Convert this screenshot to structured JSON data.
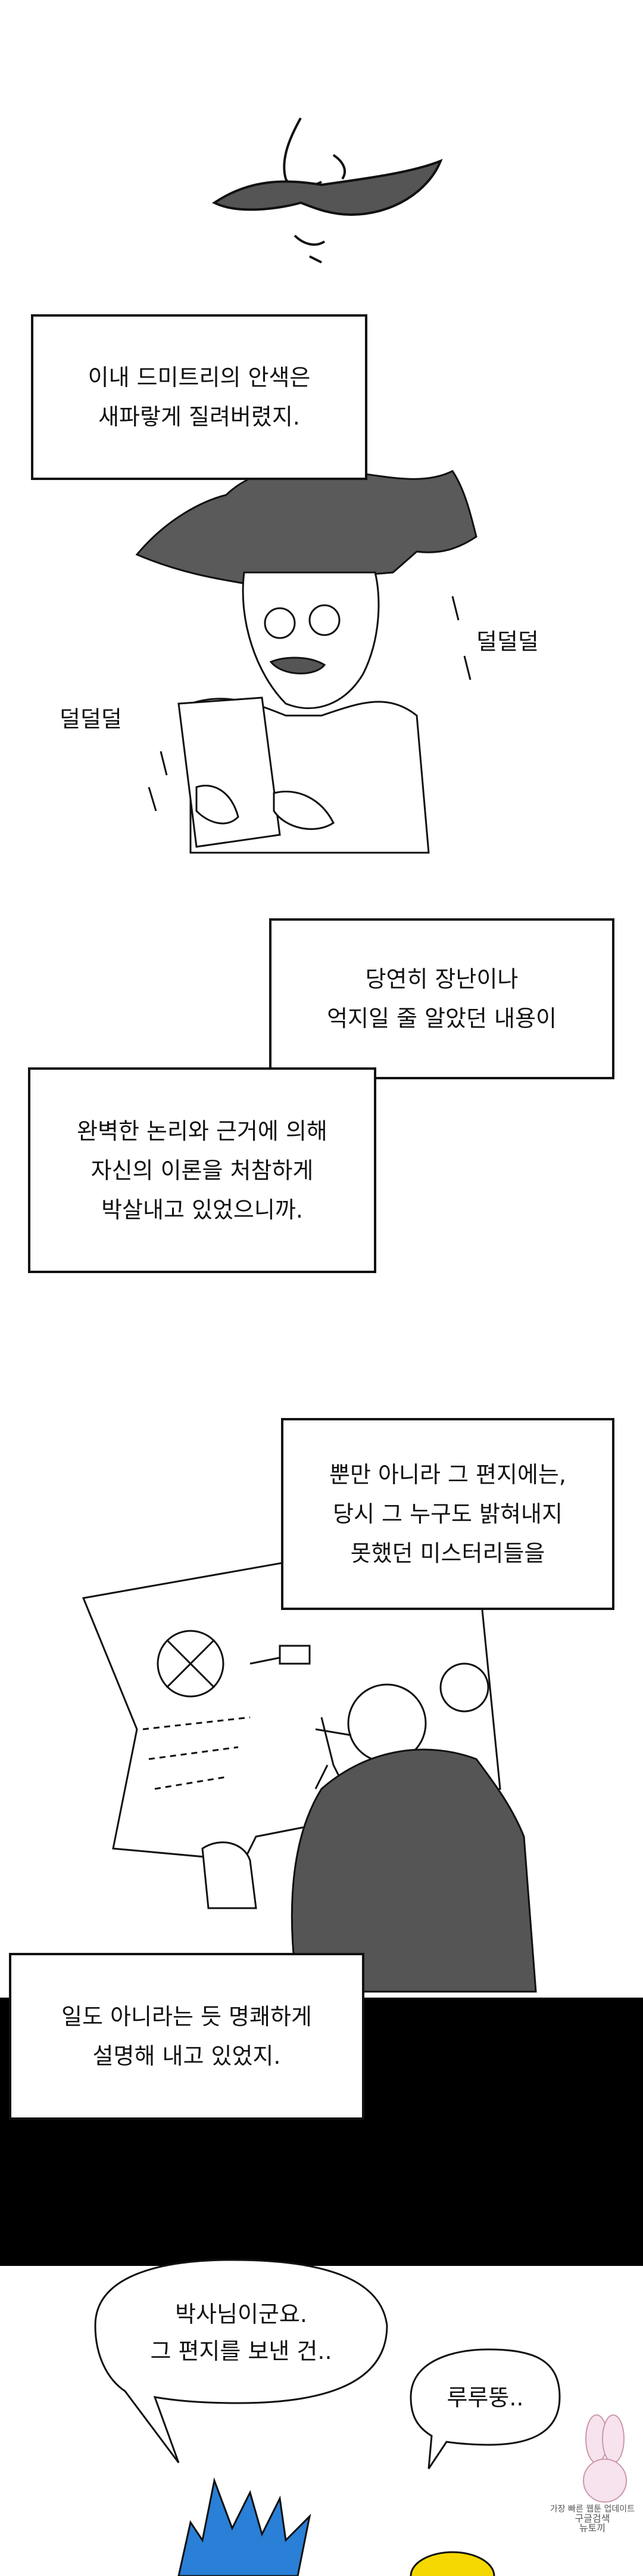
{
  "panels": {
    "caption1": "이내 드미트리의 안색은\n새파랗게 질려버렸지.",
    "sfx_right": "덜덜덜",
    "sfx_left": "덜덜덜",
    "caption2": "당연히 장난이나\n억지일 줄 알았던 내용이",
    "caption3": "완벽한 논리와 근거에 의해\n자신의 이론을 처참하게\n박살내고 있었으니까.",
    "caption4": "뿐만 아니라 그 편지에는,\n당시 그 누구도 밝혀내지\n못했던 미스터리들을",
    "caption5": "일도 아니라는 듯 명쾌하게\n설명해 내고 있었지.",
    "bubble1": "박사님이군요.\n그 편지를 보낸 건..",
    "bubble2": "루루뚱.."
  },
  "watermark": {
    "line1": "가장 빠른 웹툰 업데이트",
    "line2": "구글검색",
    "line3": "뉴토끼"
  },
  "colors": {
    "ink": "#111111",
    "hair_gray": "#5a5a5a",
    "shadow_gray": "#555555",
    "blue_hair": "#2a7fd6",
    "yellow_hair": "#f5d800",
    "band": "#000000"
  }
}
